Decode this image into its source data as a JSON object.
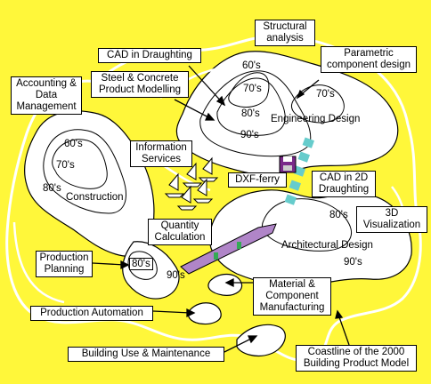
{
  "labels": {
    "structural_analysis": "Structural analysis",
    "cad_in_draughting": "CAD in Draughting",
    "parametric_component_design": "Parametric component design",
    "steel_concrete_modelling": "Steel & Concrete Product Modelling",
    "accounting_data_management": "Accounting & Data Management",
    "information_services": "Information Services",
    "dxf_ferry": "DXF-ferry",
    "cad_2d_draughting": "CAD in 2D Draughting",
    "visualization_3d": "3D Visualization",
    "quantity_calculation": "Quantity Calculation",
    "production_planning": "Production Planning",
    "material_component_manufacturing": "Material & Component Manufacturing",
    "production_automation": "Production Automation",
    "building_use_maintenance": "Building Use & Maintenance",
    "coastline_2000": "Coastline of the 2000 Building Product Model"
  },
  "regions": {
    "engineering_design": "Engineering Design",
    "construction": "Construction",
    "architectural_design": "Architectural Design"
  },
  "eras": {
    "e60a": "60's",
    "e70a": "70's",
    "e70b": "70's",
    "e80a": "80's",
    "e90a": "90's",
    "c60": "60's",
    "c70": "70's",
    "c80": "80's",
    "a80": "80's",
    "a90": "90's",
    "p80": "80's",
    "p90": "90's"
  },
  "colors": {
    "sea": "#fff73a",
    "land": "#ffffff",
    "bridge": "#b085c8",
    "ferry": "#66cccc"
  }
}
